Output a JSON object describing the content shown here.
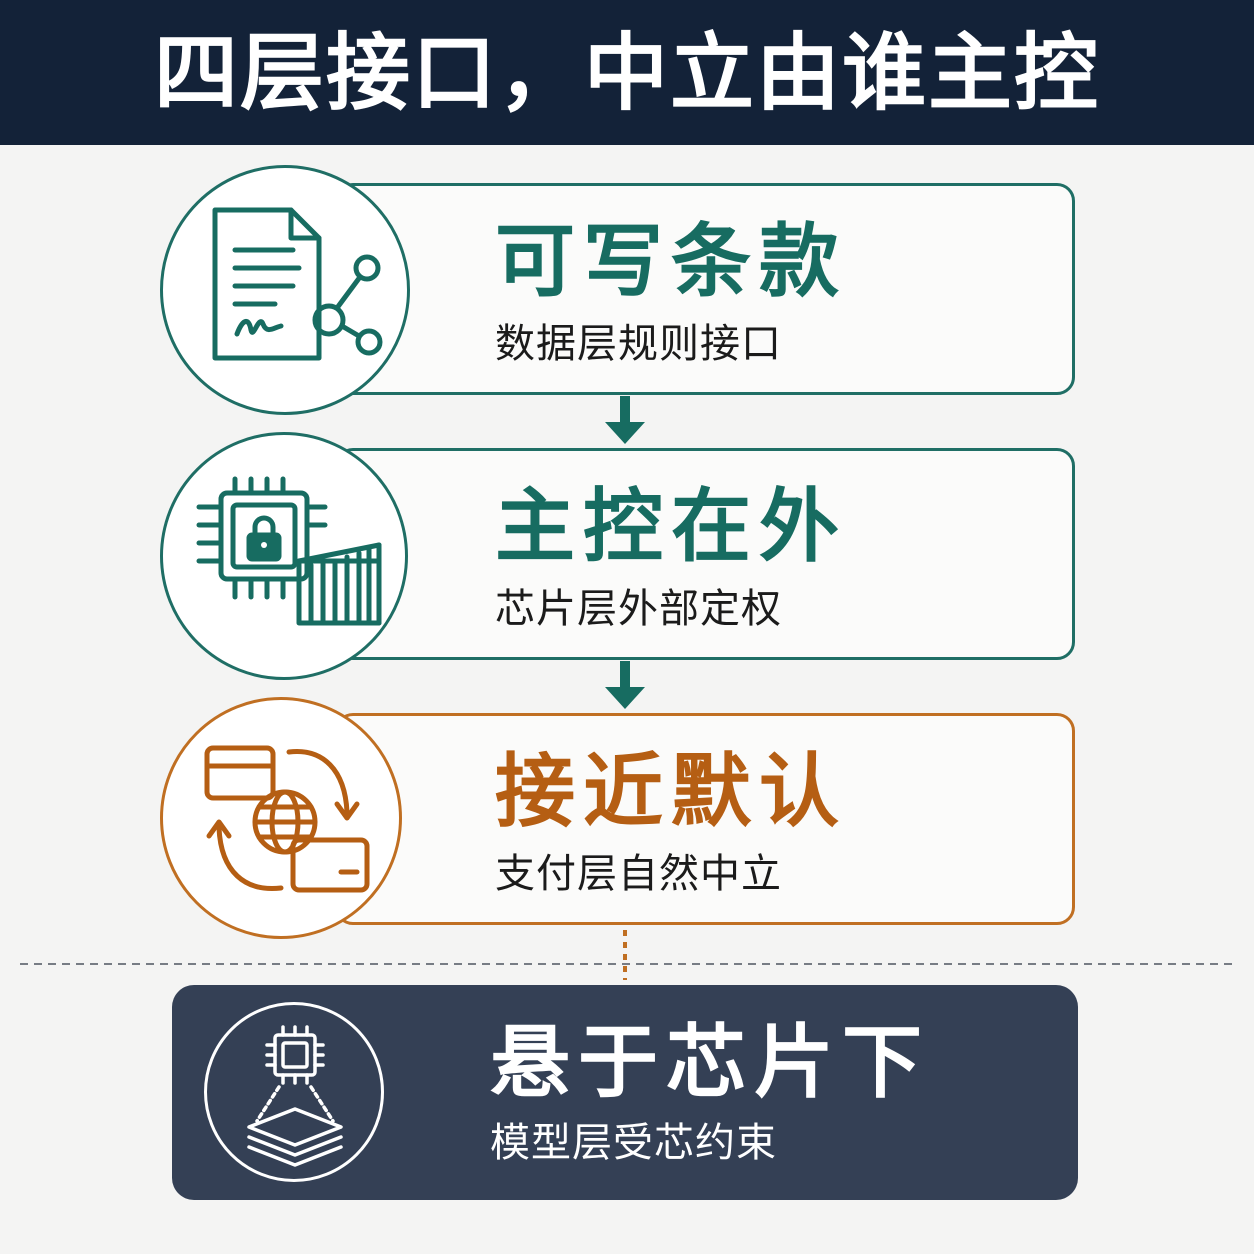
{
  "header": {
    "title": "四层接口，中立由谁主控"
  },
  "layers": [
    {
      "title": "可写条款",
      "subtitle": "数据层规则接口",
      "icon": "contract-document-icon"
    },
    {
      "title": "主控在外",
      "subtitle": "芯片层外部定权",
      "icon": "locked-chip-icon"
    },
    {
      "title": "接近默认",
      "subtitle": "支付层自然中立",
      "icon": "payment-exchange-icon"
    },
    {
      "title": "悬于芯片下",
      "subtitle": "模型层受芯约束",
      "icon": "chip-over-layers-icon"
    }
  ],
  "colors": {
    "header_bg": "#132238",
    "teal": "#176c61",
    "orange": "#b55e13",
    "dark_card": "#344055"
  }
}
